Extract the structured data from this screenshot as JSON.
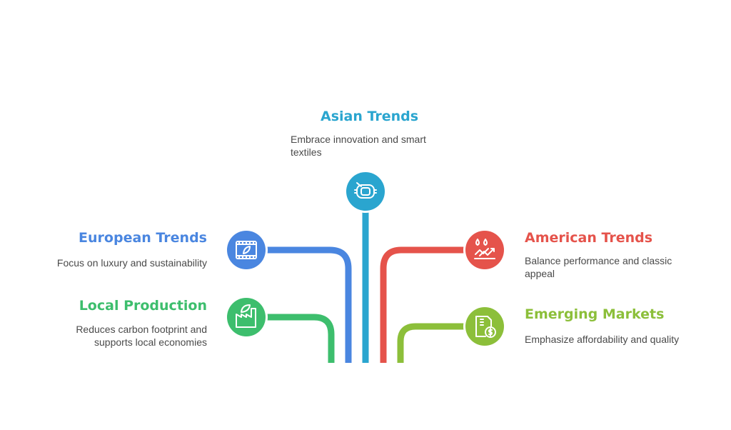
{
  "colors": {
    "asian": "#2aa5cf",
    "european": "#4a86e0",
    "local": "#3dbe6d",
    "american": "#e5534b",
    "emerging": "#8cbf3a"
  },
  "nodes": {
    "asian": {
      "title": "Asian Trends",
      "description": "Embrace innovation and smart textiles",
      "icon": "smart-textile-icon"
    },
    "european": {
      "title": "European Trends",
      "description": "Focus on luxury and sustainability",
      "icon": "eco-frame-icon"
    },
    "local": {
      "title": "Local Production",
      "description": "Reduces carbon footprint and supports local economies",
      "icon": "eco-factory-icon"
    },
    "american": {
      "title": "American Trends",
      "description": "Balance performance and classic appeal",
      "icon": "performance-drops-icon"
    },
    "emerging": {
      "title": "Emerging Markets",
      "description": "Emphasize affordability and quality",
      "icon": "price-tag-icon"
    }
  }
}
